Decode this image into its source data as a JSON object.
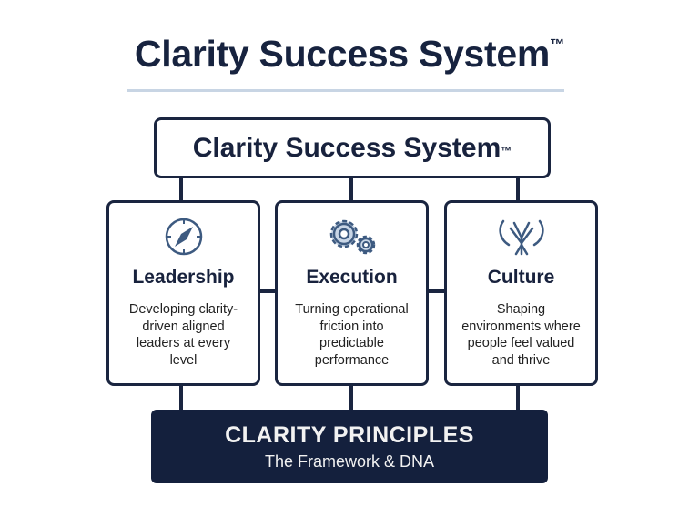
{
  "title": {
    "text": "Clarity Success System",
    "mark": "™"
  },
  "top_box": {
    "text": "Clarity Success System",
    "mark": "™"
  },
  "pillars": [
    {
      "icon": "compass-icon",
      "title": "Leadership",
      "description": "Developing clarity-driven aligned leaders at every level"
    },
    {
      "icon": "gears-icon",
      "title": "Execution",
      "description": "Turning operational friction into predictable performance"
    },
    {
      "icon": "hands-icon",
      "title": "Culture",
      "description": "Shaping environments where people feel valued and thrive"
    }
  ],
  "foundation": {
    "title": "CLARITY PRINCIPLES",
    "subtitle": "The Framework & DNA"
  },
  "colors": {
    "navy": "#14203d",
    "icon_blue": "#3d5a80",
    "divider": "#c8d5e4"
  }
}
